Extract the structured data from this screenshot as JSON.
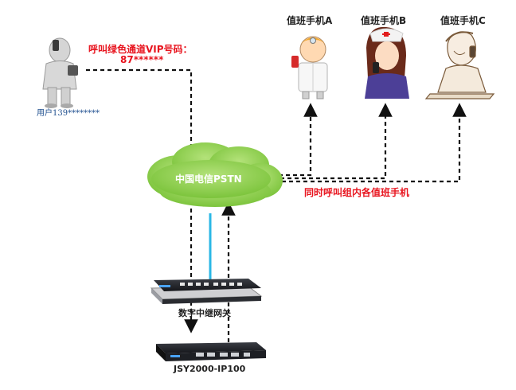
{
  "caller": {
    "label": "用户139********",
    "call_line1": "呼叫绿色通道VIP号码：",
    "call_line2": "87******"
  },
  "network": {
    "cloud_label": "中国电信PSTN",
    "ring_all_label": "同时呼叫组内各值班手机"
  },
  "duty_phones": [
    {
      "label": "值班手机A",
      "icon": "doctor-icon"
    },
    {
      "label": "值班手机B",
      "icon": "nurse-icon"
    },
    {
      "label": "值班手机C",
      "icon": "operator-sketch-icon"
    }
  ],
  "devices": {
    "gateway_label": "数字中继网关",
    "server_label": "JSY2000-IP100"
  },
  "colors": {
    "highlight": "#e8141e",
    "cloud": "#8fd14f",
    "link": "#2ab7e6",
    "dash": "#111111"
  }
}
